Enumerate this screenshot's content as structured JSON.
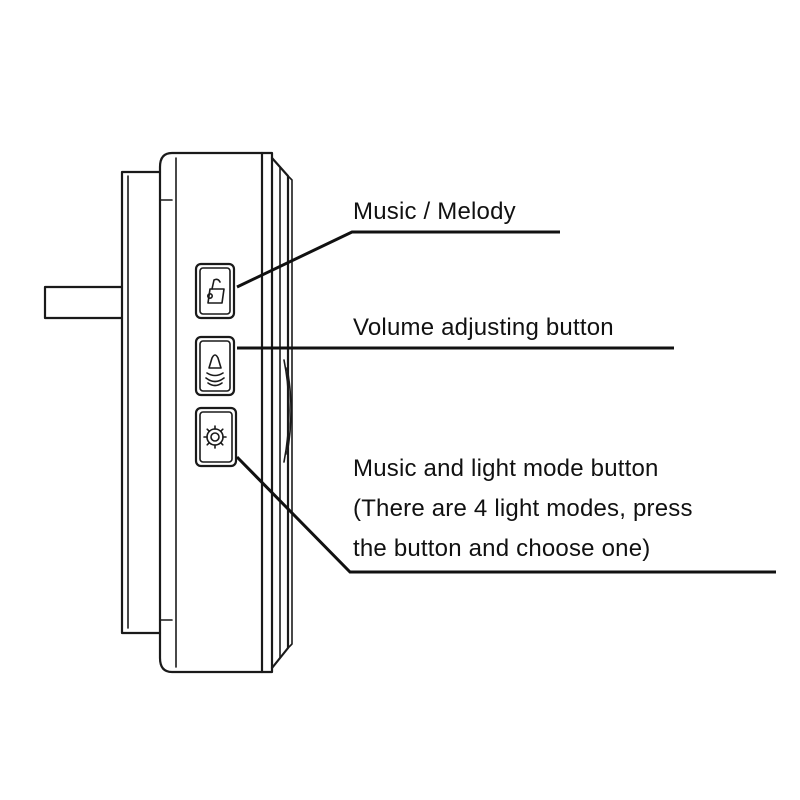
{
  "callouts": {
    "music": {
      "text": "Music / Melody"
    },
    "volume": {
      "text": "Volume adjusting button"
    },
    "mode": {
      "lines": [
        "Music and light mode button",
        "(There are 4 light modes, press",
        "the button and choose one)"
      ]
    }
  },
  "buttons": [
    {
      "name": "music-button",
      "icon": "music-note-icon"
    },
    {
      "name": "volume-button",
      "icon": "bell-icon"
    },
    {
      "name": "mode-button",
      "icon": "gear-icon"
    }
  ],
  "colors": {
    "line": "#1a1a1a",
    "background": "#ffffff"
  }
}
